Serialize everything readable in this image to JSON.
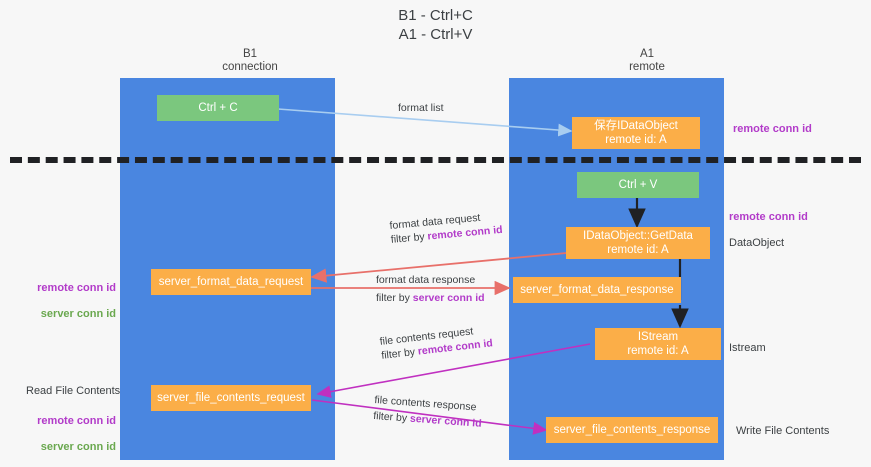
{
  "title": "B1 - Ctrl+C\nA1 - Ctrl+V",
  "columns": {
    "left": {
      "label": "B1\nconnection",
      "color": "#4a86e0"
    },
    "right": {
      "label": "A1\nremote",
      "color": "#4a86e0"
    }
  },
  "colors": {
    "lane": "#4a86e0",
    "green_box": "#7bc77e",
    "orange_box": "#fbae48",
    "purple_text": "#b23bc9",
    "green_text": "#6aa84f",
    "divider": "#202124",
    "arrow_format_list": "#a8cdf0",
    "arrow_ctrlv": "#202124",
    "arrow_format_data": "#e8706a",
    "arrow_file_contents": "#c030c0",
    "arrow_istream": "#202124",
    "background": "#f7f7f7"
  },
  "boxes": {
    "ctrl_c": "Ctrl + C",
    "idataobject": "保存IDataObject\nremote id: A",
    "ctrl_v": "Ctrl + V",
    "getdata": "IDataObject::GetData\nremote id: A",
    "server_format_data_request": "server_format_data_request",
    "server_format_data_response": "server_format_data_response",
    "istream": "IStream\nremote id: A",
    "server_file_contents_request": "server_file_contents_request",
    "server_file_contents_response": "server_file_contents_response"
  },
  "arrow_labels": {
    "format_list": {
      "line1": "format list",
      "line2_prefix": "",
      "line2_hl": ""
    },
    "format_data_request": {
      "line1": "format data request",
      "line2_prefix": "filter by ",
      "line2_hl": "remote conn id"
    },
    "format_data_response": {
      "line1": "format data response",
      "line2_prefix": "filter by ",
      "line2_hl": "server conn id"
    },
    "file_contents_request": {
      "line1": "file contents request",
      "line2_prefix": "filter by ",
      "line2_hl": "remote conn id"
    },
    "file_contents_response": {
      "line1": "file contents response",
      "line2_prefix": "filter by ",
      "line2_hl": "server conn id"
    }
  },
  "right_notes": {
    "remote_conn_id_top": "remote conn id",
    "remote_conn_id_mid": "remote conn id",
    "dataobject": "DataObject",
    "istream": "Istream",
    "write_file_contents": "Write File Contents"
  },
  "left_notes": {
    "conn_ids_mid": {
      "remote": "remote conn id",
      "server": "server conn id"
    },
    "read_file_contents": "Read File Contents",
    "conn_ids_bottom": {
      "remote": "remote conn id",
      "server": "server conn id"
    }
  }
}
